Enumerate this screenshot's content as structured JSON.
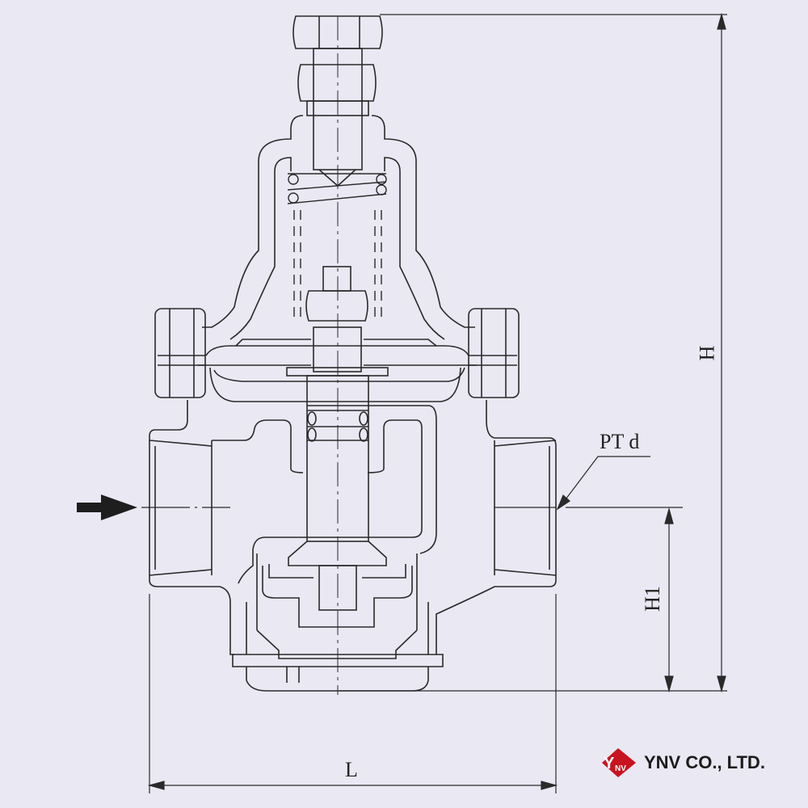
{
  "drawing": {
    "dimensions": {
      "height": "H",
      "inlet_height": "H1",
      "length": "L",
      "port": "PT d"
    },
    "colors": {
      "background": "#e9e8f3",
      "line": "#2a2a2a",
      "brand_red": "#c8141e"
    }
  },
  "brand": {
    "logo_letters": "YNV",
    "company": "YNV CO., LTD."
  }
}
